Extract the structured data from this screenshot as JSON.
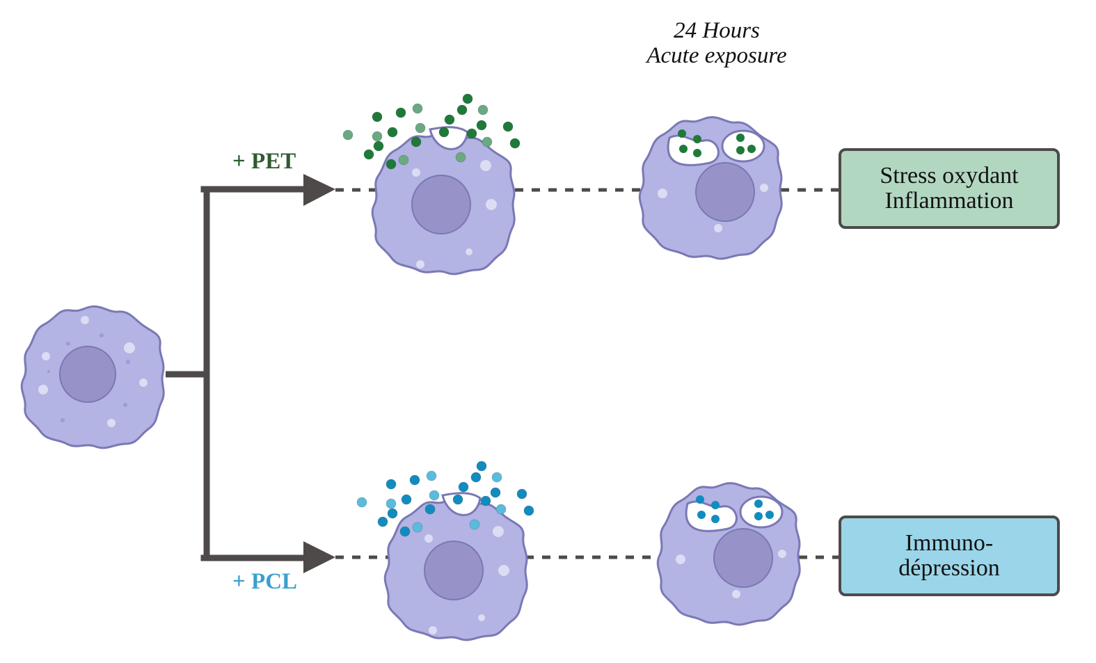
{
  "header": {
    "line1": "24 Hours",
    "line2": "Acute exposure"
  },
  "branches": [
    {
      "id": "pet",
      "label": "+ PET",
      "label_color": "#2f5b30",
      "particle_color": "#1f7a3a",
      "particle_light_color": "#6aa982",
      "outcome": {
        "line1": "Stress oxydant",
        "line2": "Inflammation",
        "fill": "#b2d7c1"
      }
    },
    {
      "id": "pcl",
      "label": "+ PCL",
      "label_color": "#3aa0cf",
      "particle_color": "#128cbf",
      "particle_light_color": "#5bbbdc",
      "outcome": {
        "line1": "Immuno-",
        "line2": "dépression",
        "fill": "#9bd5e9"
      }
    }
  ],
  "colors": {
    "cell_fill": "#b3b3e4",
    "cell_stroke": "#7a78b4",
    "nucleus_fill": "#9793c8",
    "arrow": "#4d4a49"
  }
}
